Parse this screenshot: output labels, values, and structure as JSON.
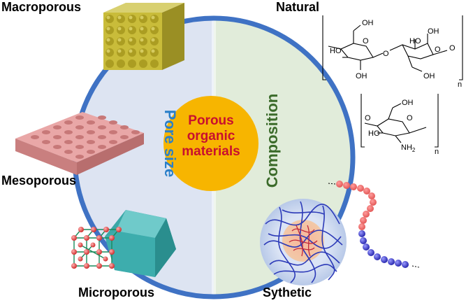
{
  "labels": {
    "macroporous": "Macroporous",
    "natural": "Natural",
    "mesoporous": "Mesoporous",
    "microporous": "Microporous",
    "synthetic": "Sythetic",
    "pore_size": "Pore size",
    "composition": "Composition"
  },
  "center": {
    "line1": "Porous",
    "line2": "organic",
    "line3": "materials"
  },
  "colors": {
    "ring": "#3f72c4",
    "left_fill": "#dde4f2",
    "right_fill": "#e1ecda",
    "center_fill": "#f7b500",
    "center_text": "#c8102e",
    "pore_size_text": "#2a7fc9",
    "composition_text": "#3b6b2a"
  },
  "chem": {
    "oh": "OH",
    "o": "O",
    "ho": "HO",
    "nh2": "NH",
    "sub2": "2",
    "n": "n"
  }
}
